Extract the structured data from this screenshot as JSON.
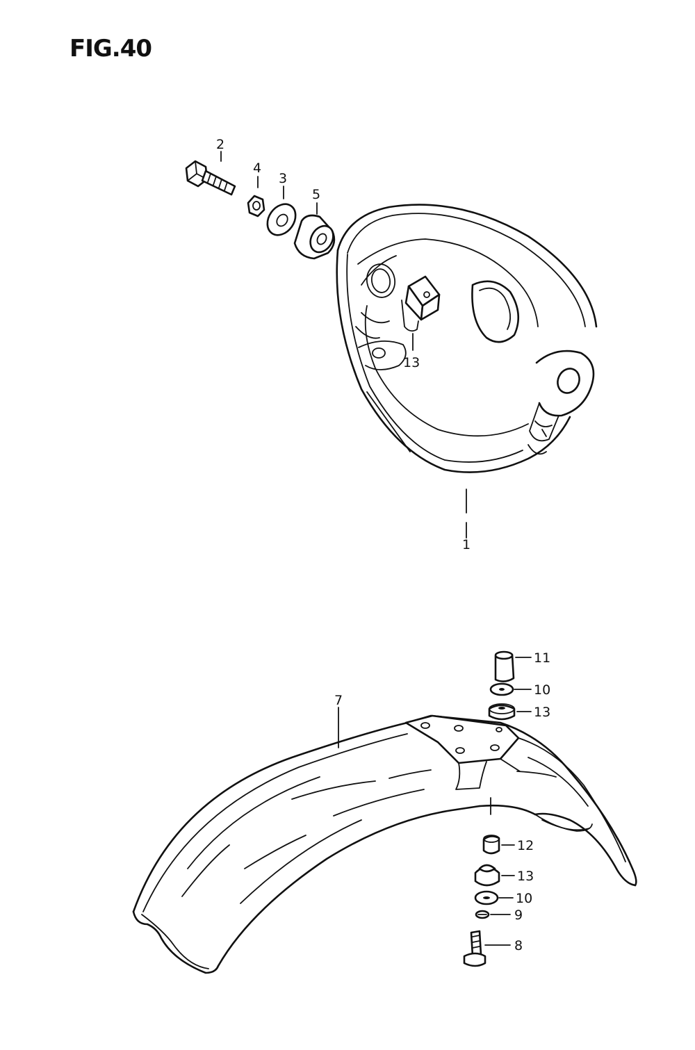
{
  "figure": {
    "title": "FIG.40"
  },
  "headlight_housing": {
    "labels": {
      "housing": "1",
      "bolt": "2",
      "washer": "3",
      "nut": "4",
      "spacer": "5",
      "cushion": "13"
    }
  },
  "front_fender": {
    "labels": {
      "fender": "7",
      "bolt": "8",
      "lock_washer": "9",
      "washer_lower": "10",
      "collar_lower": "12",
      "cushion_lower": "13",
      "cushion_upper": "13",
      "washer_upper": "10",
      "spacer_upper": "11"
    }
  }
}
